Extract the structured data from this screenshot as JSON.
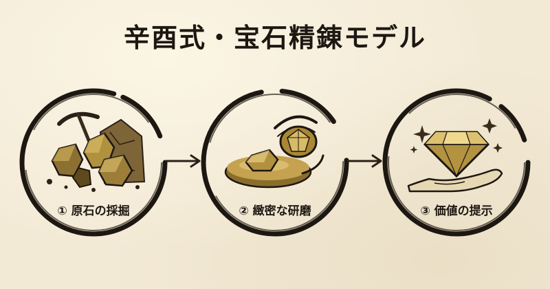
{
  "title": "辛酉式・宝石精錬モデル",
  "steps": [
    {
      "label": "① 原石の採掘",
      "icon": "raw-ore-pickaxe-icon"
    },
    {
      "label": "② 緻密な研磨",
      "icon": "polishing-gem-icon"
    },
    {
      "label": "③ 価値の提示",
      "icon": "diamond-in-hand-icon"
    }
  ],
  "colors": {
    "ink": "#1d1712",
    "gold": "#a88a3e",
    "gold_dark": "#5e4a1c",
    "paper": "#f3ead6"
  }
}
